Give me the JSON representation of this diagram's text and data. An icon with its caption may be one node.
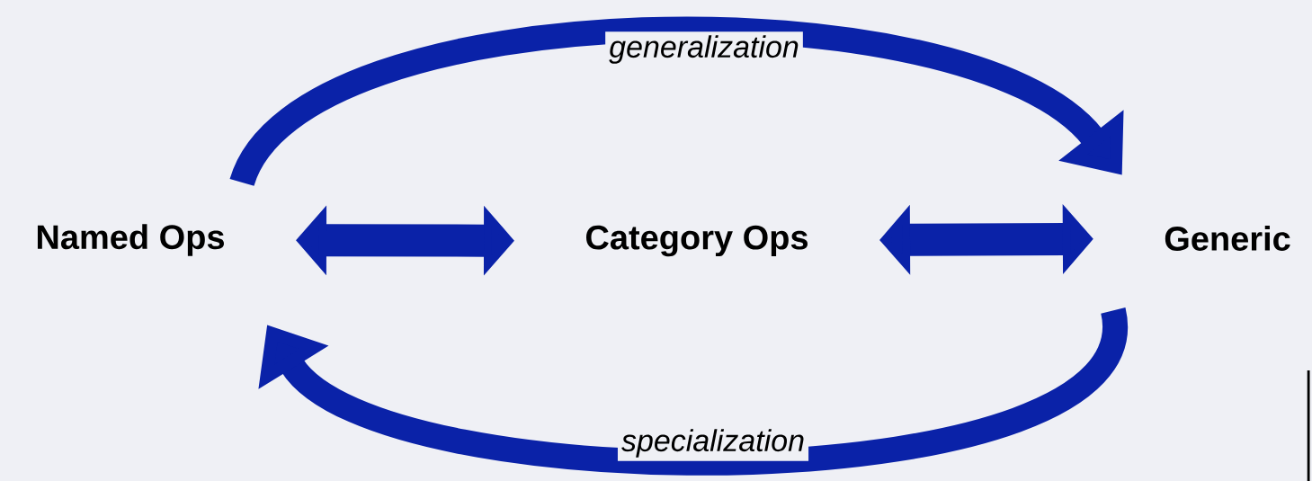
{
  "diagram": {
    "nodes": [
      {
        "text": [
          "Named Ops"
        ]
      },
      {
        "text": [
          "Category Ops"
        ]
      },
      {
        "text": [
          "Generic"
        ]
      }
    ],
    "edges": [
      {
        "from": 0,
        "to": 2,
        "arrow": "to",
        "label": "generalization"
      },
      {
        "from": 2,
        "to": 0,
        "arrow": "to",
        "label": "specialization"
      },
      {
        "from": 0,
        "to": 1,
        "arrow": "both"
      },
      {
        "from": 1,
        "to": 2,
        "arrow": "both"
      }
    ]
  }
}
